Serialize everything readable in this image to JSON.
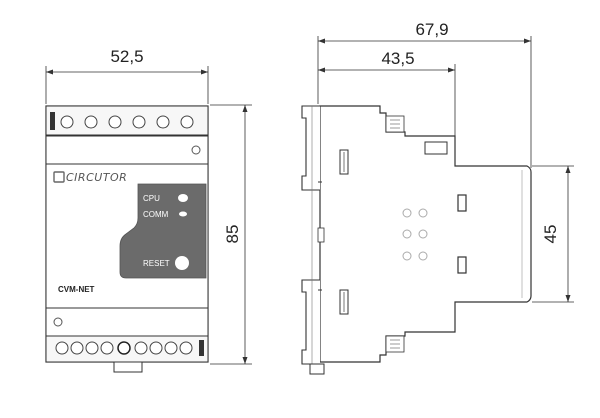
{
  "dimensions": {
    "front_width": "52,5",
    "height": "85",
    "total_depth": "67,9",
    "partial_depth": "43,5",
    "front_height": "45"
  },
  "device": {
    "brand": "CIRCUTOR",
    "model": "CVM-NET",
    "led_cpu": "CPU",
    "led_comm": "COMM",
    "reset": "RESET"
  },
  "colors": {
    "line": "#333333",
    "panel": "#6b6b6b",
    "terminal": "#f4f4f4"
  }
}
